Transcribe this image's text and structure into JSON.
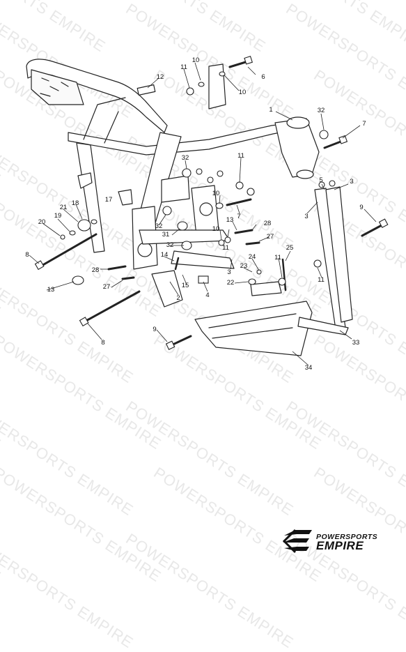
{
  "watermark_text": "POWERSPORTS EMPIRE",
  "logo": {
    "line1": "POWERSPORTS",
    "line2": "EMPIRE"
  },
  "callouts": [
    "1",
    "2",
    "3",
    "4",
    "5",
    "6",
    "7",
    "8",
    "9",
    "10",
    "11",
    "12",
    "13",
    "14",
    "15",
    "17",
    "18",
    "19",
    "20",
    "21",
    "22",
    "23",
    "24",
    "25",
    "27",
    "28",
    "31",
    "32",
    "33",
    "34"
  ]
}
